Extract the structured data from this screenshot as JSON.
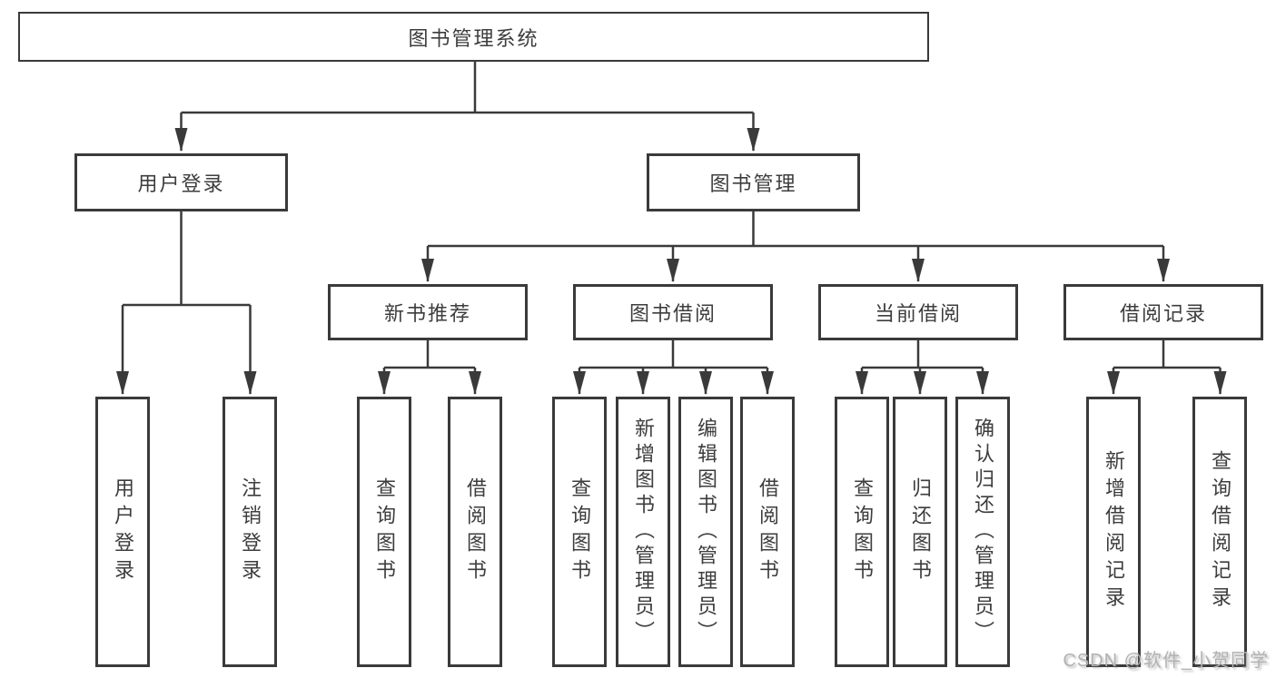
{
  "colors": {
    "line": "#3a3a3a",
    "box_border": "#3a3a3a",
    "box_fill": "#ffffff",
    "text": "#3d3d3d",
    "background": "#ffffff",
    "watermark": "#b2b2b2"
  },
  "nodes": {
    "root": "图书管理系统",
    "user_login": "用户登录",
    "book_management": "图书管理",
    "new_book_recommend": "新书推荐",
    "book_borrow": "图书借阅",
    "current_borrow": "当前借阅",
    "borrow_record": "借阅记录",
    "leaf_user_login": "用户登录",
    "leaf_logout": "注销登录",
    "leaf_query_book_recommend": "查询图书",
    "leaf_borrow_book_recommend": "借阅图书",
    "leaf_query_book_borrow": "查询图书",
    "leaf_add_book_admin": "新增图书（管理员）",
    "leaf_edit_book_admin": "编辑图书（管理员）",
    "leaf_borrow_book_borrow": "借阅图书",
    "leaf_query_book_current": "查询图书",
    "leaf_return_book": "归还图书",
    "leaf_confirm_return_admin": "确认归还（管理员）",
    "leaf_add_borrow_record": "新增借阅记录",
    "leaf_query_borrow_record": "查询借阅记录"
  },
  "watermark": {
    "text": "CSDN @软件_小贺同学"
  }
}
